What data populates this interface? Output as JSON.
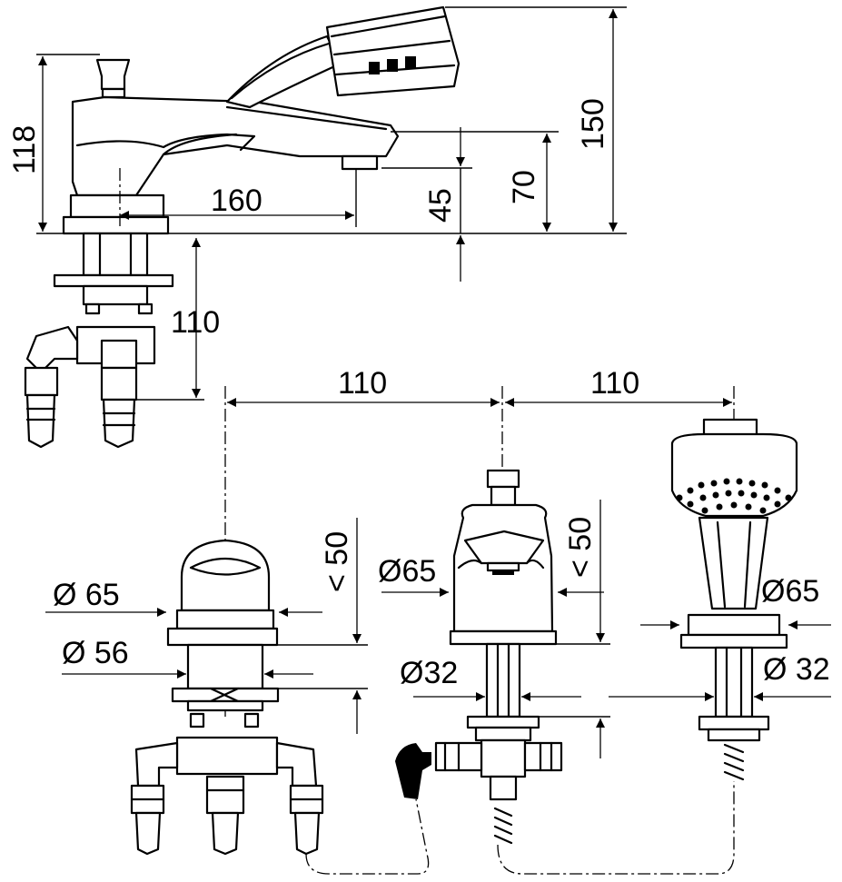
{
  "dimensions": {
    "height_118": "118",
    "length_160": "160",
    "height_45": "45",
    "height_70": "70",
    "height_150": "150",
    "depth_110": "110",
    "spacing_110_left": "110",
    "spacing_110_right": "110",
    "mixer_dia_65": "Ø 65",
    "mixer_dia_56": "Ø 56",
    "mixer_lt_50": "< 50",
    "spout_dia_65": "Ø65",
    "spout_lt_50": "< 50",
    "spout_dia_32": "Ø32",
    "shower_dia_65": "Ø65",
    "shower_dia_32": "Ø 32"
  }
}
